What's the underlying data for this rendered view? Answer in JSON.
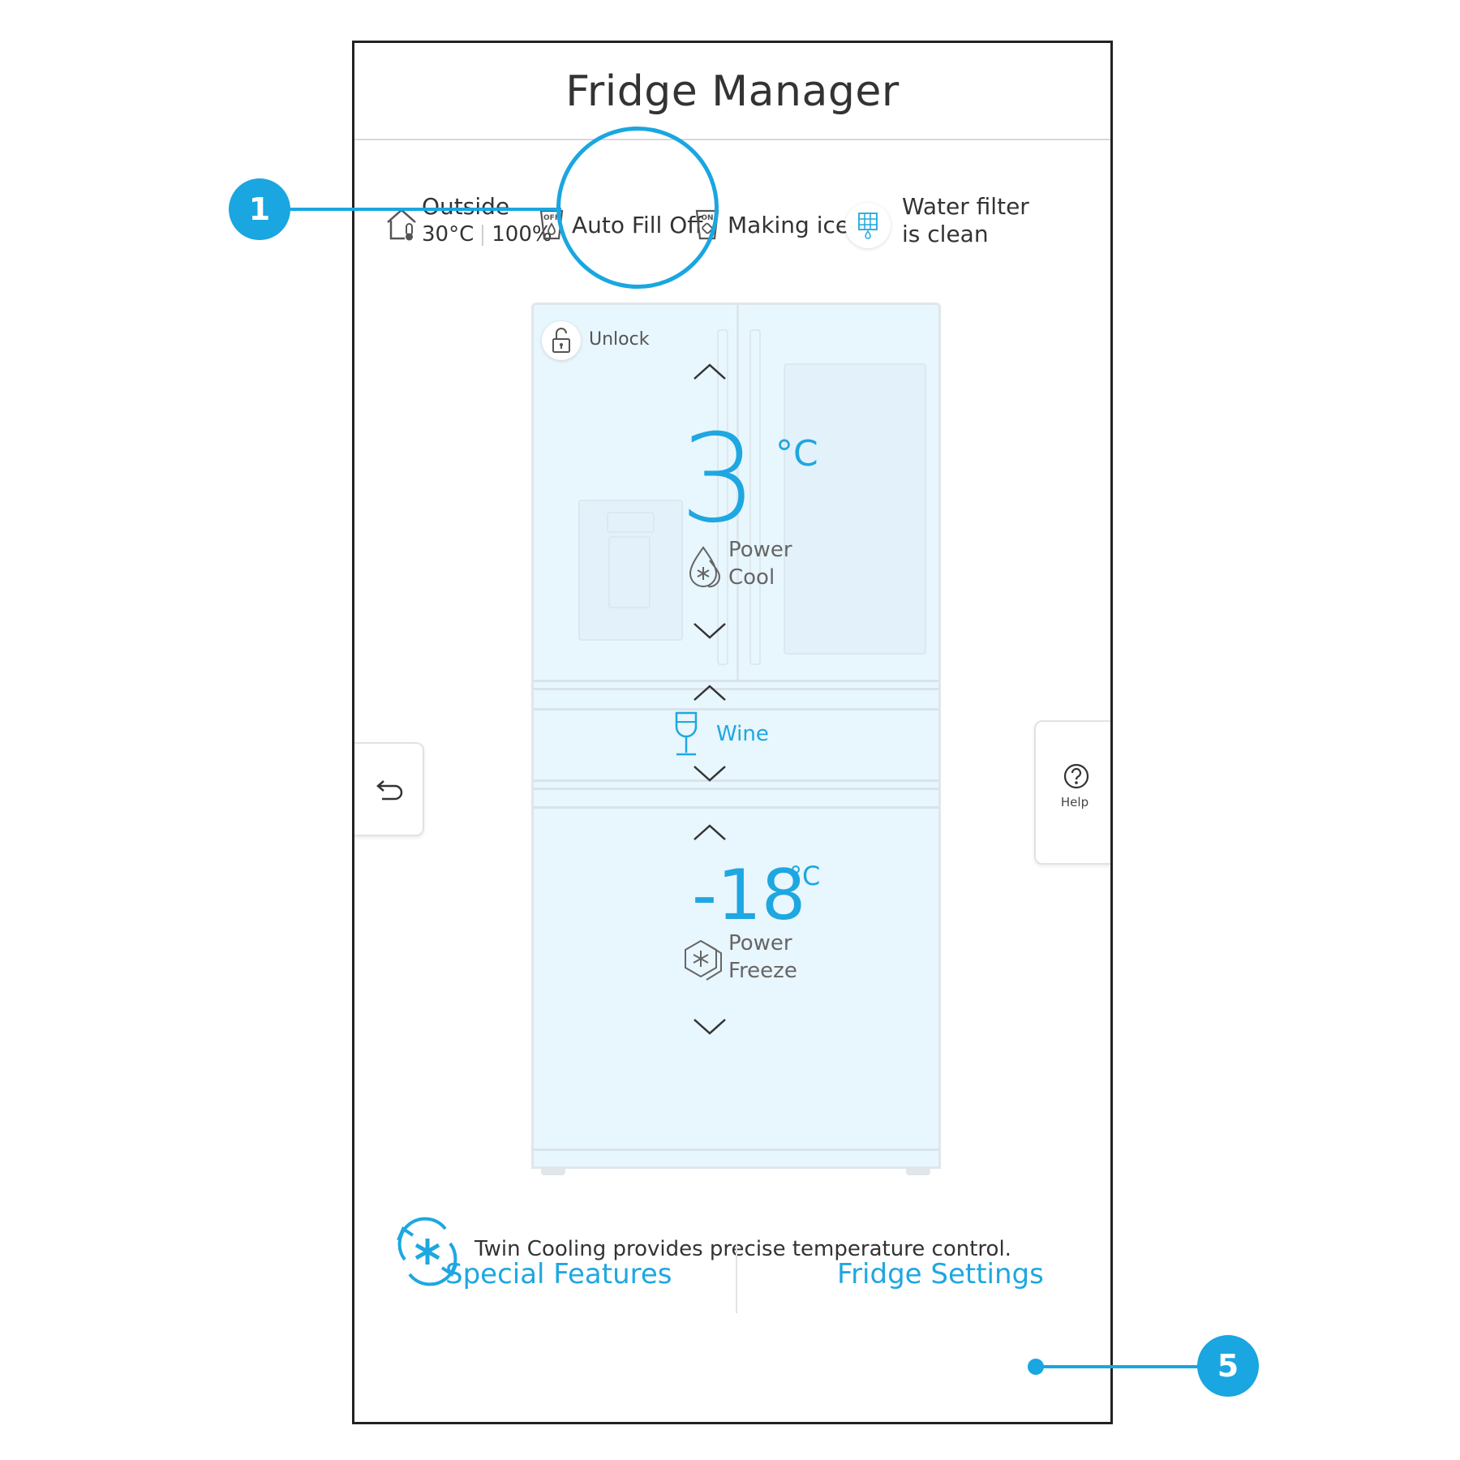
{
  "screen": {
    "title": "Fridge Manager"
  },
  "status_bar": {
    "outside": {
      "label": "Outside",
      "temperature": "30°C",
      "humidity": "100%"
    },
    "auto_fill": {
      "icon_text": "OFF",
      "label": "Auto Fill Off"
    },
    "ice_maker": {
      "icon_text": "ON",
      "label": "Making ice"
    },
    "water_filter": {
      "line1": "Water filter",
      "line2": "is clean"
    }
  },
  "fridge": {
    "lock": {
      "label": "Unlock"
    },
    "fridge_compartment": {
      "temperature": "3",
      "unit": "°C",
      "mode_line1": "Power",
      "mode_line2": "Cool"
    },
    "middle_drawer": {
      "mode": "Wine"
    },
    "freezer_compartment": {
      "temperature": "-18",
      "unit": "°C",
      "mode_line1": "Power",
      "mode_line2": "Freeze"
    }
  },
  "side_buttons": {
    "back": {
      "icon": "back-arrow-icon"
    },
    "help": {
      "label": "Help",
      "icon": "question-mark-icon"
    }
  },
  "info": {
    "message": "Twin Cooling provides precise temperature control."
  },
  "bottom_nav": {
    "special_features": "Special Features",
    "fridge_settings": "Fridge Settings"
  },
  "callouts": {
    "callout_1": "1",
    "callout_5": "5"
  },
  "colors": {
    "accent": "#1ea7e1",
    "fridge_fill": "#e8f6fd",
    "callout": "#1aa6e0"
  }
}
